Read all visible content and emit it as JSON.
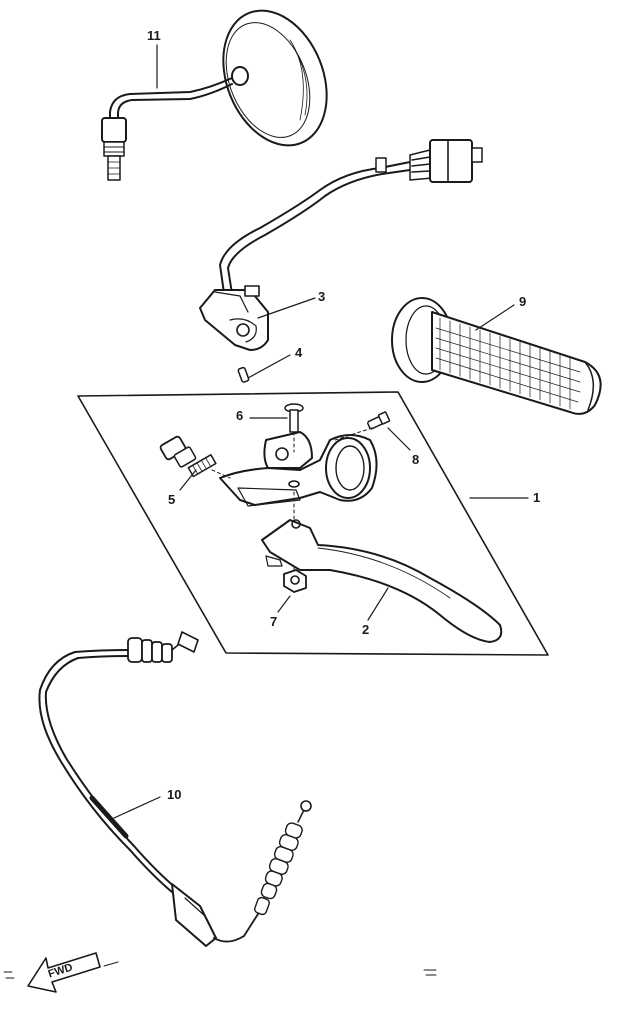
{
  "callouts": {
    "c1": "1",
    "c2": "2",
    "c3": "3",
    "c4": "4",
    "c5": "5",
    "c6": "6",
    "c7": "7",
    "c8": "8",
    "c9": "9",
    "c10": "10",
    "c11": "11"
  },
  "direction_arrow": {
    "label": "FWD"
  },
  "colors": {
    "ink": "#1a1a1a",
    "background": "#ffffff"
  }
}
